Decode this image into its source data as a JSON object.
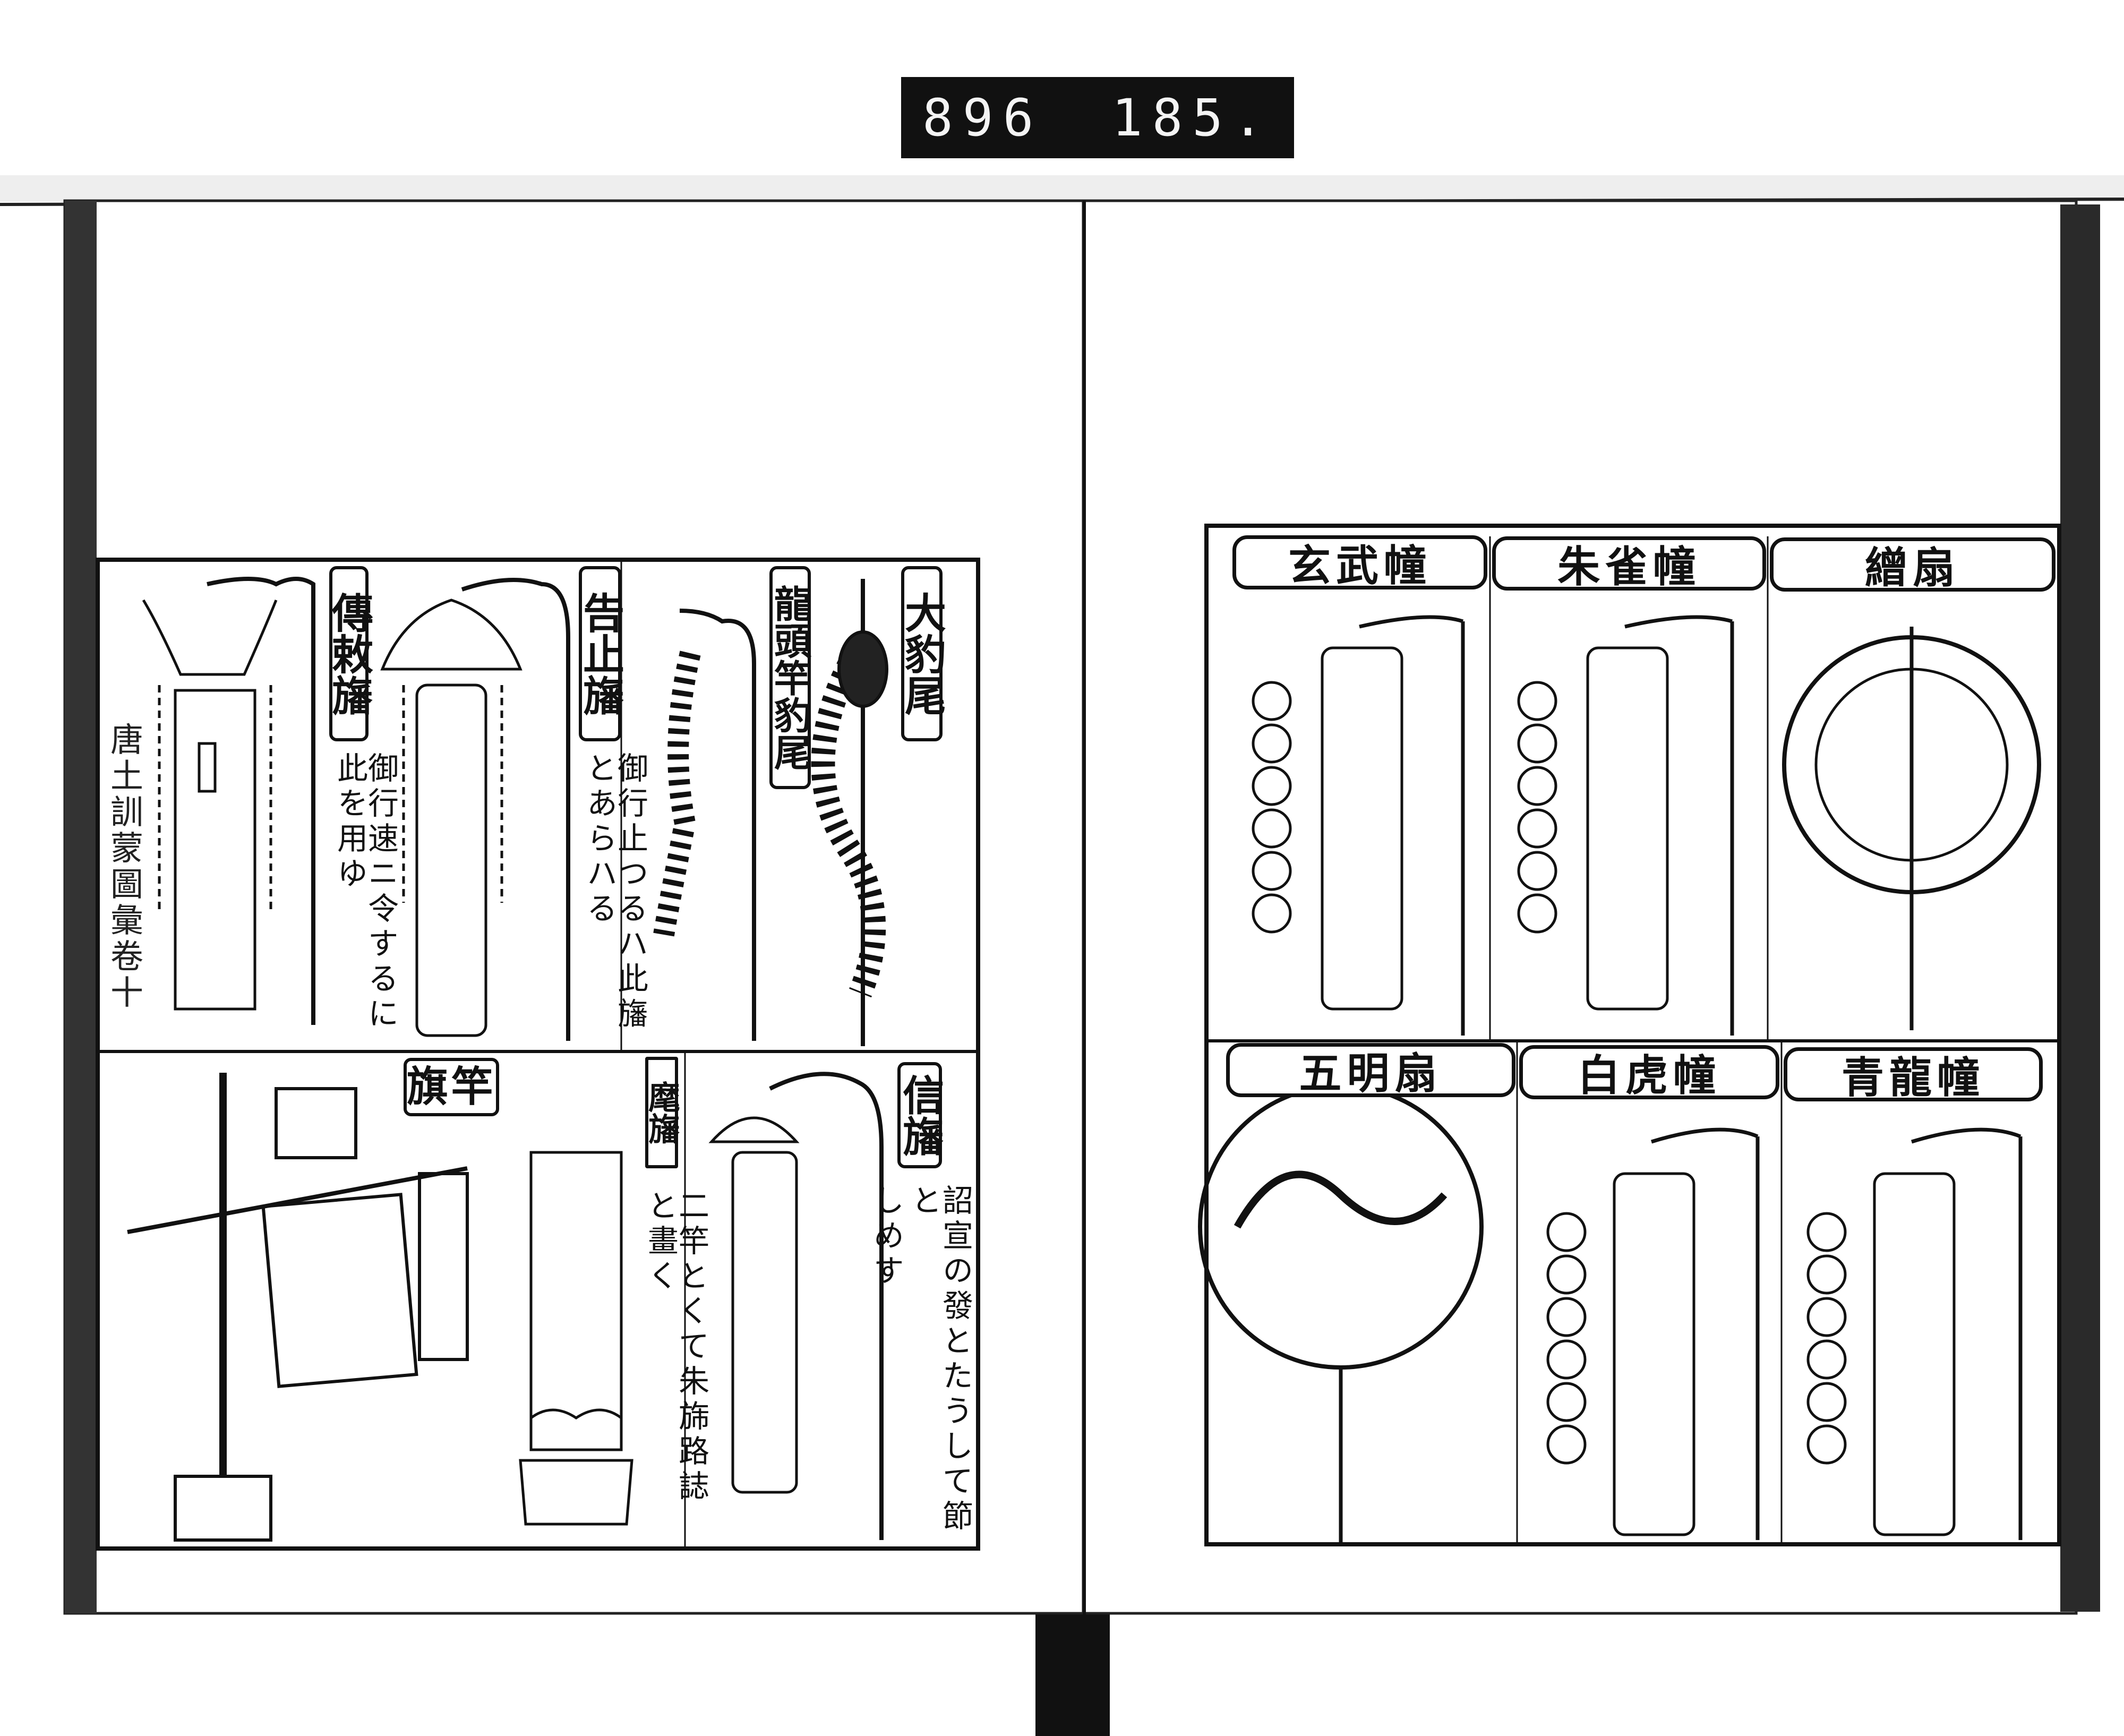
{
  "scan_tag": {
    "left_number": "896",
    "right_number": "185."
  },
  "left_page": {
    "margin_title": "唐土訓蒙圖彙卷十",
    "top_row": [
      {
        "label": "傳敕旛",
        "description": "御行速ニ令するに此を用ゆ"
      },
      {
        "label": "告止旛",
        "description": "御行止つるハ此旛とあらハる"
      },
      {
        "label": "龍頭竿豹尾"
      },
      {
        "label": "大豹尾"
      }
    ],
    "bottom_row": [
      {
        "label": "旗竿"
      },
      {
        "label": "麾旛",
        "description": "二竿とくて朱旆路誌と畫く"
      },
      {
        "label": "信旛",
        "description": [
          "詔宣の發とたうして節と",
          "しめす"
        ]
      }
    ]
  },
  "right_page": {
    "top_row": [
      {
        "label": "玄武幢"
      },
      {
        "label": "朱雀幢"
      },
      {
        "label": "繒扇"
      }
    ],
    "bottom_row": [
      {
        "label": "五明扇"
      },
      {
        "label": "白虎幢"
      },
      {
        "label": "青龍幢"
      }
    ]
  }
}
